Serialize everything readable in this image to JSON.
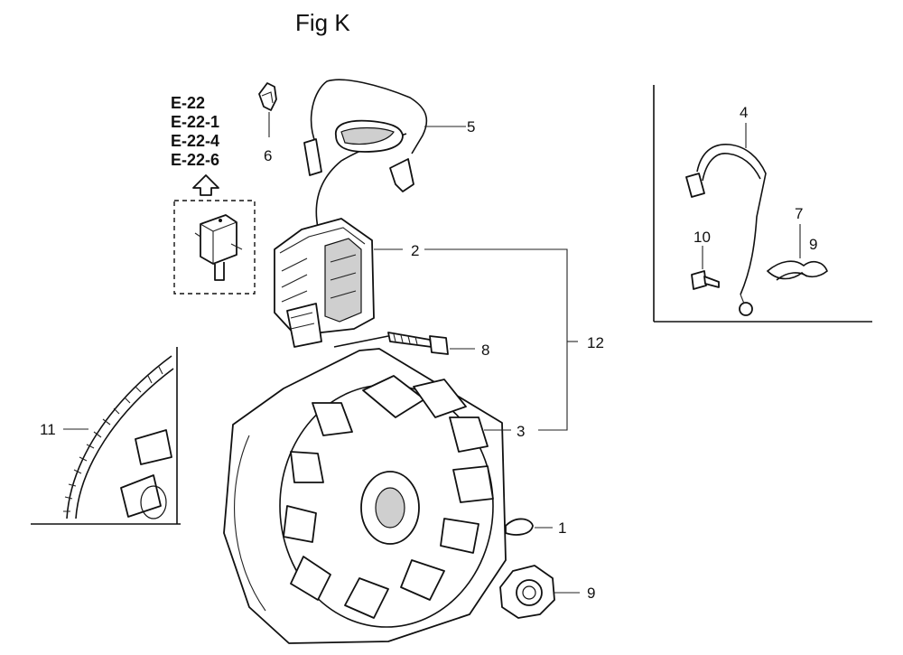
{
  "figure": {
    "title": "Fig K"
  },
  "references": [
    "E-22",
    "E-22-1",
    "E-22-4",
    "E-22-6"
  ],
  "callouts": {
    "c1": "1",
    "c2": "2",
    "c3": "3",
    "c4": "4",
    "c5": "5",
    "c6": "6",
    "c7": "7",
    "c8": "8",
    "c9a": "9",
    "c9b": "9",
    "c10": "10",
    "c11": "11",
    "c12": "12"
  }
}
